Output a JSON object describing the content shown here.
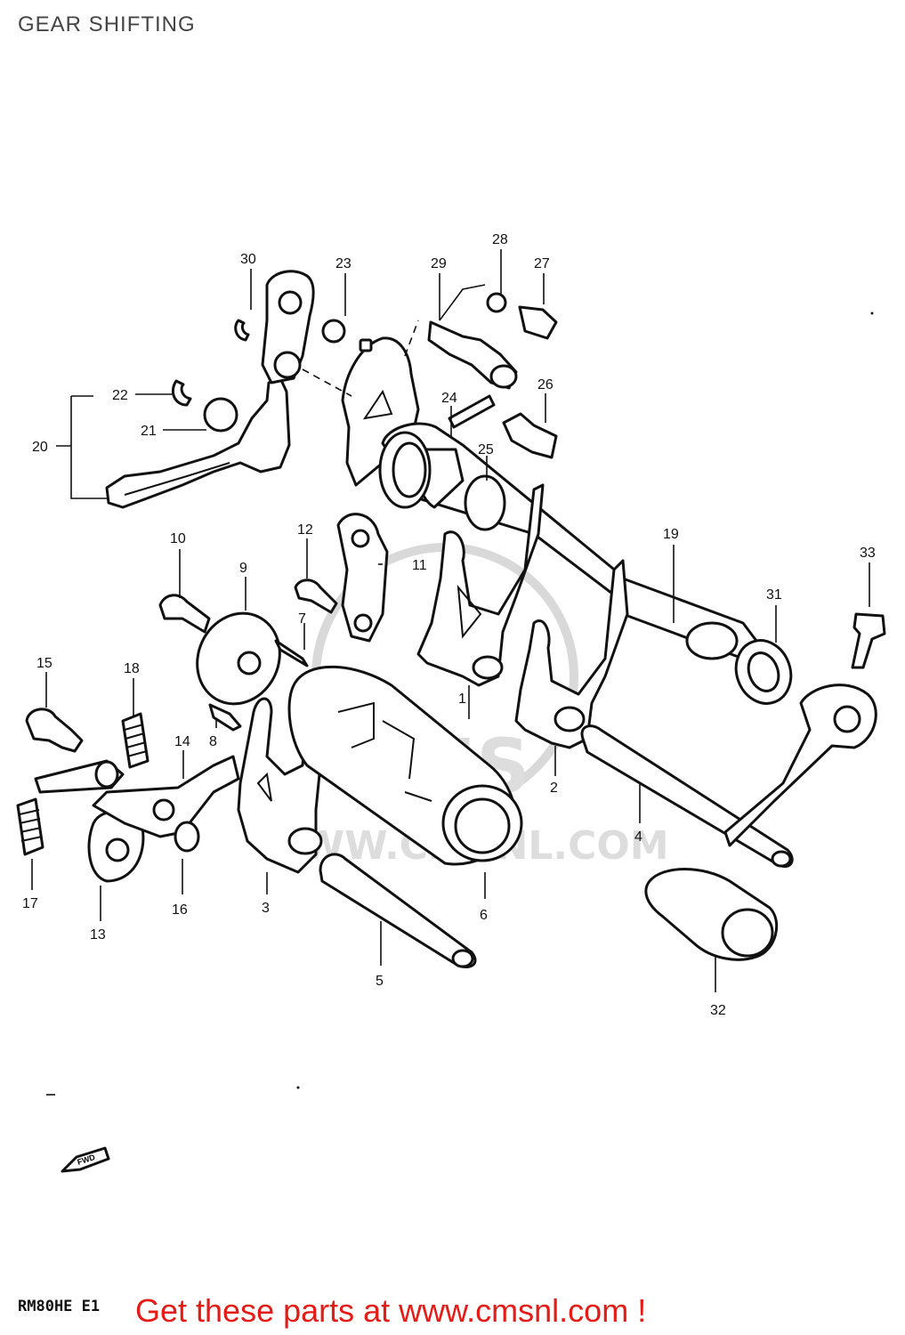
{
  "title": "GEAR SHIFTING",
  "model_code": "RM80HE E1",
  "promo": "Get these parts at www.cmsnl.com !",
  "watermark": {
    "brand": "CMS",
    "url": "WWW.CMSNL.COM"
  },
  "fwd_marker": "FWD",
  "callouts": [
    "1",
    "2",
    "3",
    "4",
    "5",
    "6",
    "7",
    "8",
    "9",
    "10",
    "11",
    "12",
    "13",
    "14",
    "15",
    "16",
    "17",
    "18",
    "19",
    "20",
    "21",
    "22",
    "23",
    "24",
    "25",
    "26",
    "27",
    "28",
    "29",
    "30",
    "31",
    "32",
    "33"
  ]
}
